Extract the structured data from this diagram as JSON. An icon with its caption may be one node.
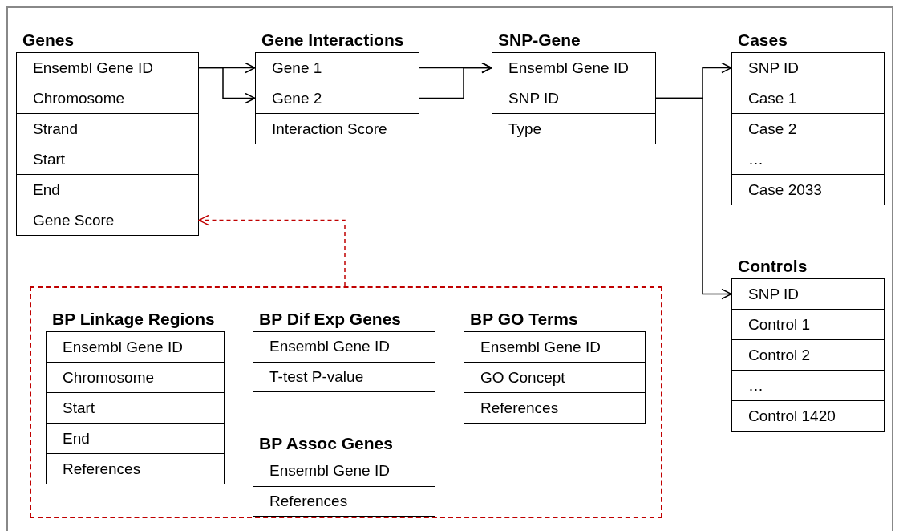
{
  "diagram": {
    "nodes": [
      {
        "text": [
          "Genes"
        ]
      },
      {
        "text": [
          "Ensembl Gene ID"
        ],
        "in": 0
      },
      {
        "text": [
          "Chromosome"
        ],
        "in": 0
      },
      {
        "text": [
          "Strand"
        ],
        "in": 0
      },
      {
        "text": [
          "Start"
        ],
        "in": 0
      },
      {
        "text": [
          "End"
        ],
        "in": 0
      },
      {
        "text": [
          "Gene Score"
        ],
        "in": 0
      },
      {
        "text": [
          "Gene Interactions"
        ]
      },
      {
        "text": [
          "Gene 1"
        ],
        "in": 7
      },
      {
        "text": [
          "Gene 2"
        ],
        "in": 7
      },
      {
        "text": [
          "Interaction Score"
        ],
        "in": 7
      },
      {
        "text": [
          "SNP-Gene"
        ]
      },
      {
        "text": [
          "Ensembl Gene ID"
        ],
        "in": 11
      },
      {
        "text": [
          "SNP ID"
        ],
        "in": 11
      },
      {
        "text": [
          "Type"
        ],
        "in": 11
      },
      {
        "text": [
          "Cases"
        ]
      },
      {
        "text": [
          "SNP ID"
        ],
        "in": 15
      },
      {
        "text": [
          "Case 1"
        ],
        "in": 15
      },
      {
        "text": [
          "Case 2"
        ],
        "in": 15
      },
      {
        "text": [
          "…"
        ],
        "in": 15
      },
      {
        "text": [
          "Case 2033"
        ],
        "in": 15
      },
      {
        "text": [
          "Controls"
        ]
      },
      {
        "text": [
          "SNP ID"
        ],
        "in": 21
      },
      {
        "text": [
          "Control 1"
        ],
        "in": 21
      },
      {
        "text": [
          "Control 2"
        ],
        "in": 21
      },
      {
        "text": [
          "…"
        ],
        "in": 21
      },
      {
        "text": [
          "Control 1420"
        ],
        "in": 21
      },
      {
        "text": [],
        "shape": "box"
      },
      {
        "text": [
          "BP Linkage Regions"
        ],
        "in": 27
      },
      {
        "text": [
          "Ensembl Gene ID"
        ],
        "in": 28
      },
      {
        "text": [
          "Chromosome"
        ],
        "in": 28
      },
      {
        "text": [
          "Start"
        ],
        "in": 28
      },
      {
        "text": [
          "End"
        ],
        "in": 28
      },
      {
        "text": [
          "References"
        ],
        "in": 28
      },
      {
        "text": [
          "BP Dif Exp Genes"
        ],
        "in": 27
      },
      {
        "text": [
          "Ensembl Gene ID"
        ],
        "in": 34
      },
      {
        "text": [
          "T-test P-value"
        ],
        "in": 34
      },
      {
        "text": [
          "BP Assoc Genes"
        ],
        "in": 27
      },
      {
        "text": [
          "Ensembl Gene ID"
        ],
        "in": 37
      },
      {
        "text": [
          "References"
        ],
        "in": 37
      },
      {
        "text": [
          "BP GO Terms"
        ],
        "in": 27
      },
      {
        "text": [
          "Ensembl Gene ID"
        ],
        "in": 40
      },
      {
        "text": [
          "GO Concept"
        ],
        "in": 40
      },
      {
        "text": [
          "References"
        ],
        "in": 40
      }
    ],
    "edges": [
      {
        "from": 1,
        "to": 8,
        "arrow": "to"
      },
      {
        "from": 1,
        "to": 9,
        "arrow": "to"
      },
      {
        "from": 8,
        "to": 12,
        "arrow": "to"
      },
      {
        "from": 9,
        "to": 12,
        "arrow": "to"
      },
      {
        "from": 13,
        "to": 16,
        "arrow": "to"
      },
      {
        "from": 13,
        "to": 22,
        "arrow": "to"
      },
      {
        "from": 27,
        "to": 6,
        "arrow": "to",
        "style": "dashed",
        "color": "#c00000"
      }
    ]
  }
}
